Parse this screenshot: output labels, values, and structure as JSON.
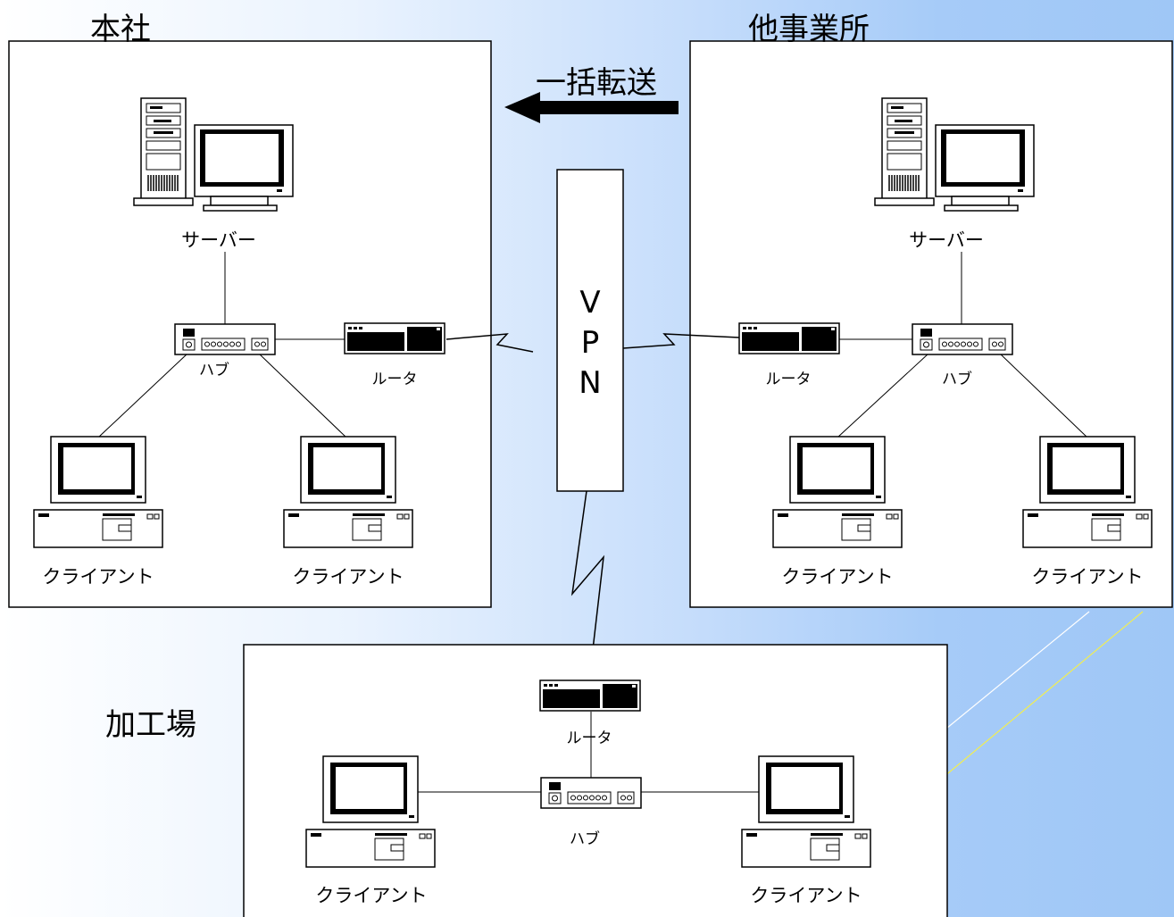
{
  "sites": {
    "head_office": {
      "title": "本社",
      "server_label": "サーバー",
      "hub_label": "ハブ",
      "router_label": "ルータ",
      "clients": [
        "クライアント",
        "クライアント"
      ]
    },
    "other_office": {
      "title": "他事業所",
      "server_label": "サーバー",
      "hub_label": "ハブ",
      "router_label": "ルータ",
      "clients": [
        "クライアント",
        "クライアント"
      ]
    },
    "factory": {
      "title": "加工場",
      "hub_label": "ハブ",
      "router_label": "ルータ",
      "clients": [
        "クライアント",
        "クライアント"
      ]
    }
  },
  "transfer": {
    "label": "一括転送"
  },
  "vpn": {
    "letters": [
      "V",
      "P",
      "N"
    ]
  },
  "colors": {
    "background_start": "#ffffff",
    "background_end": "#9fc7f6",
    "line": "#000000"
  },
  "icons": [
    "server-icon",
    "monitor-icon",
    "hub-icon",
    "router-icon",
    "client-pc-icon",
    "arrow-left-icon"
  ]
}
